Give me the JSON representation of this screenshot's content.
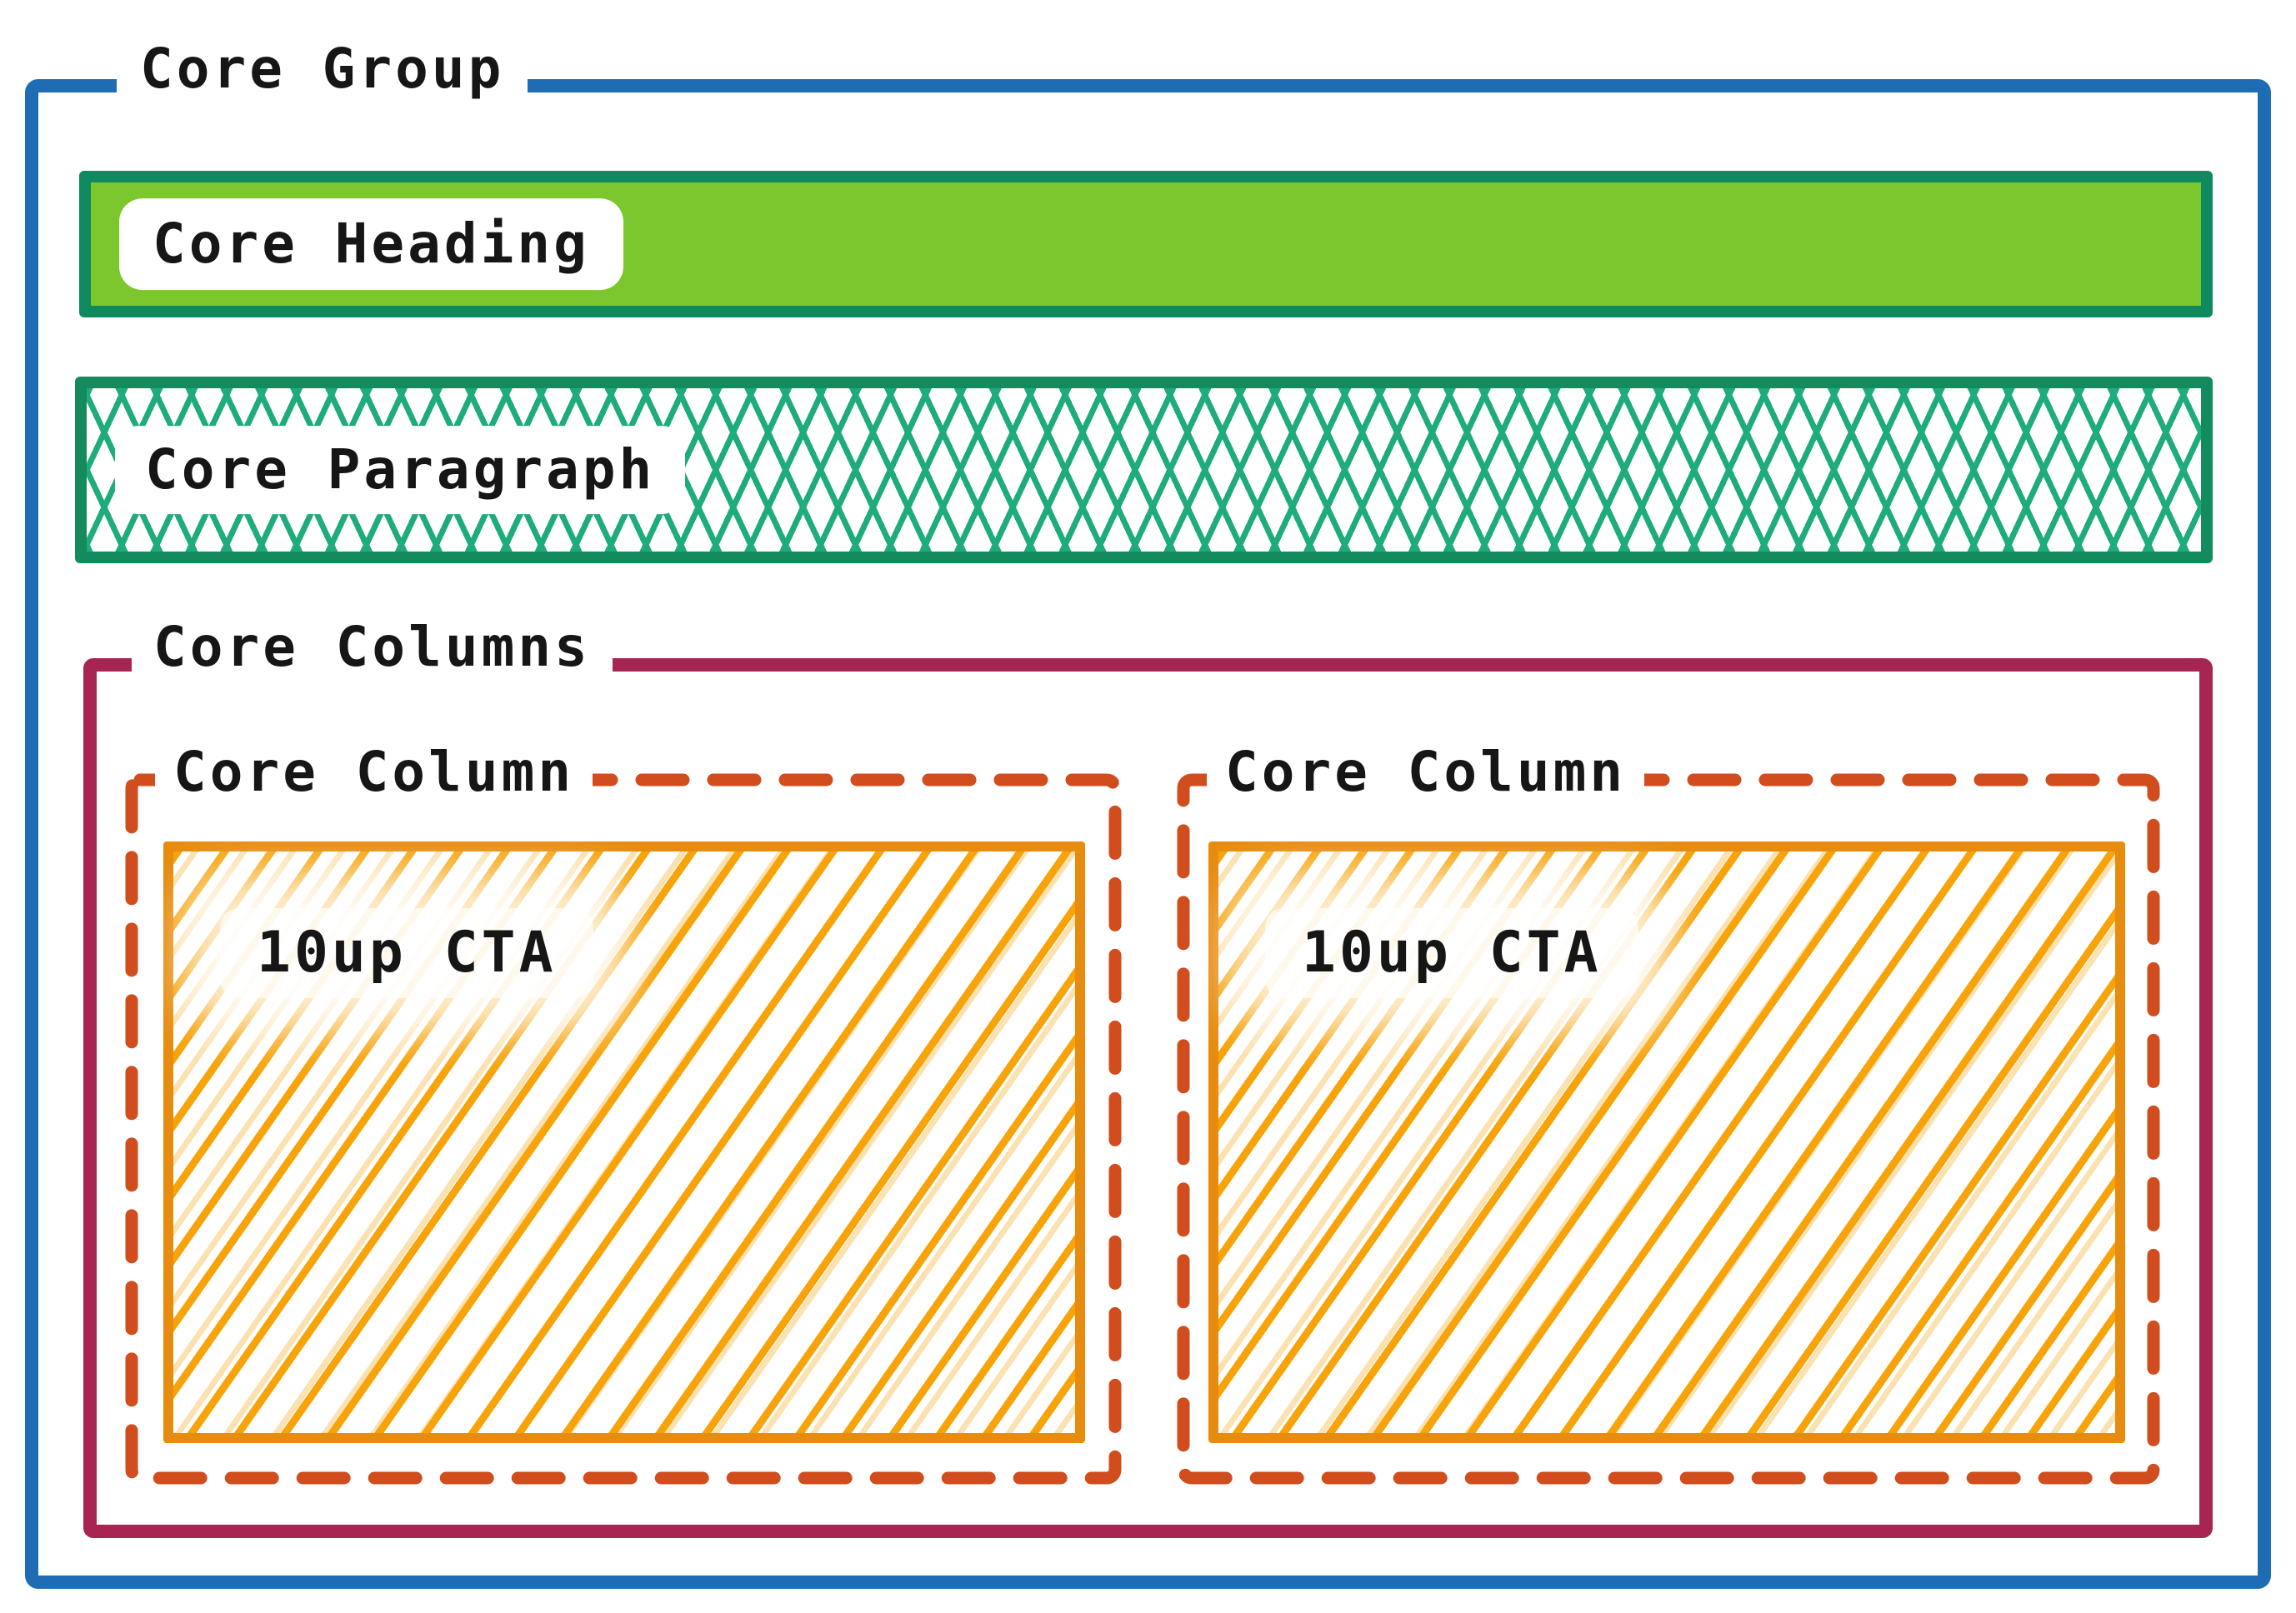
{
  "group": {
    "label": "Core Group",
    "children": [
      {
        "label": "Core Heading"
      },
      {
        "label": "Core Paragraph"
      },
      {
        "label": "Core Columns",
        "children": [
          {
            "label": "Core Column",
            "children": [
              {
                "label": "10up CTA"
              }
            ]
          },
          {
            "label": "Core Column",
            "children": [
              {
                "label": "10up CTA"
              }
            ]
          }
        ]
      }
    ]
  },
  "colors": {
    "group-border": "#1e6cb3",
    "heading-fill": "#7cc72d",
    "heading-border": "#0f8a5e",
    "paragraph-hatch": "#1fac7c",
    "paragraph-border": "#148a5f",
    "columns-border": "#a82453",
    "column-dash": "#d14d1e",
    "cta-border": "#e78c0e",
    "cta-hatch": "#f7a309",
    "label-bg": "#ffffff",
    "label-text": "#161616"
  }
}
